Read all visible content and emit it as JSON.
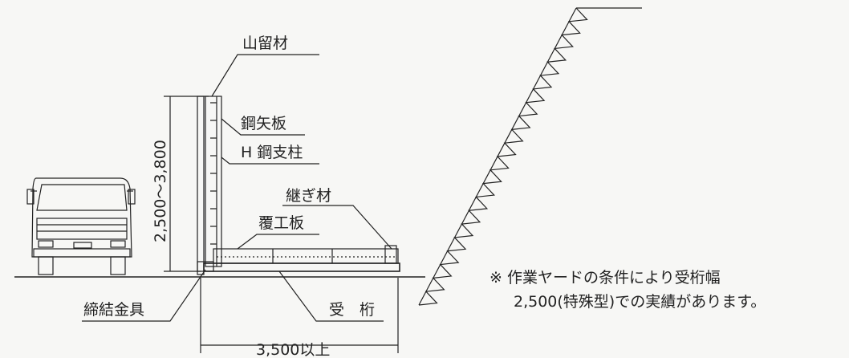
{
  "labels": {
    "yamadomezai": "山留材",
    "kouyaita": "鋼矢板",
    "h_kou_shichu": "H 鋼支柱",
    "tsugizai": "継ぎ材",
    "fukkouban": "覆工板",
    "teiketsu_kanagu": "締結金具",
    "ukegeta": "受　桁"
  },
  "dimensions": {
    "height": "2,500～3,800",
    "width": "3,500以上"
  },
  "note": {
    "line1": "※ 作業ヤードの条件により受桁幅",
    "line2": "2,500(特殊型)での実績があります。"
  }
}
